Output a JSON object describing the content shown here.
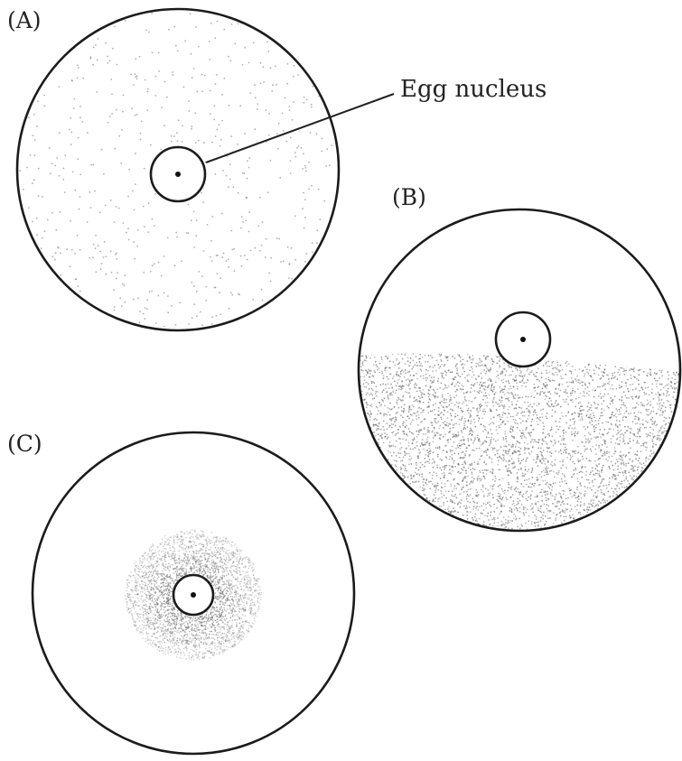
{
  "figure": {
    "panels": [
      {
        "id": "A",
        "label": "(A)",
        "yolk_distribution": "evenly dispersed",
        "callout": {
          "text": "Egg nucleus"
        }
      },
      {
        "id": "B",
        "label": "(B)",
        "yolk_distribution": "concentrated in lower hemisphere"
      },
      {
        "id": "C",
        "label": "(C)",
        "yolk_distribution": "concentrated around nucleus"
      }
    ]
  },
  "colors": {
    "outline": "#1b1b1b",
    "stipple": "#6e6e6e",
    "background": "#ffffff"
  }
}
